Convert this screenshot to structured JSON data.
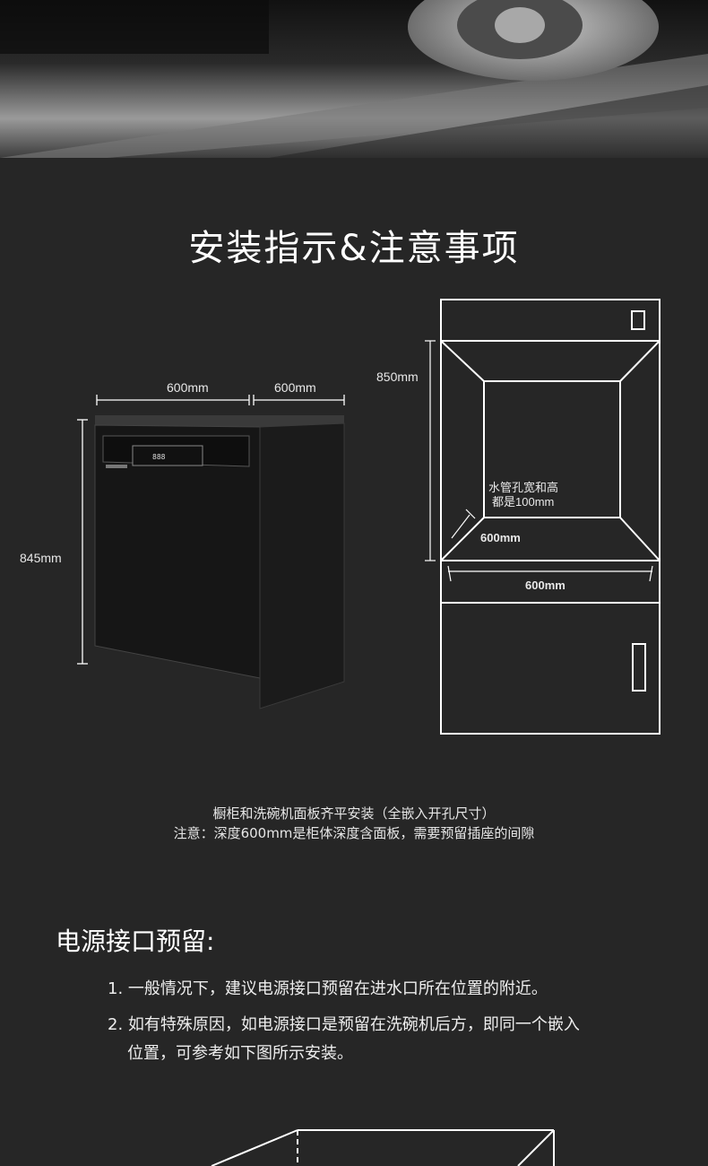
{
  "section_title": "安装指示&注意事项",
  "diagram_labels": {
    "width_front": "600mm",
    "depth_side": "600mm",
    "height_left": "845mm",
    "height_cabinet": "850mm",
    "pipe_hole": "水管孔宽和高",
    "pipe_hole_size": "都是100mm",
    "diag_600": "600mm",
    "bottom_600": "600mm"
  },
  "notes": {
    "line1": "橱柜和洗碗机面板齐平安装（全嵌入开孔尺寸）",
    "line2": "注意：深度600mm是柜体深度含面板，需要预留插座的间隙"
  },
  "power_section": {
    "heading": "电源接口预留:",
    "item1": "1. 一般情况下，建议电源接口预留在进水口所在位置的附近。",
    "item2_line1": "2. 如有特殊原因，如电源接口是预留在洗碗机后方，即同一个嵌入",
    "item2_line2": "位置，可参考如下图所示安装。"
  },
  "colors": {
    "background": "#262626",
    "text": "#ffffff",
    "line": "#ffffff"
  }
}
